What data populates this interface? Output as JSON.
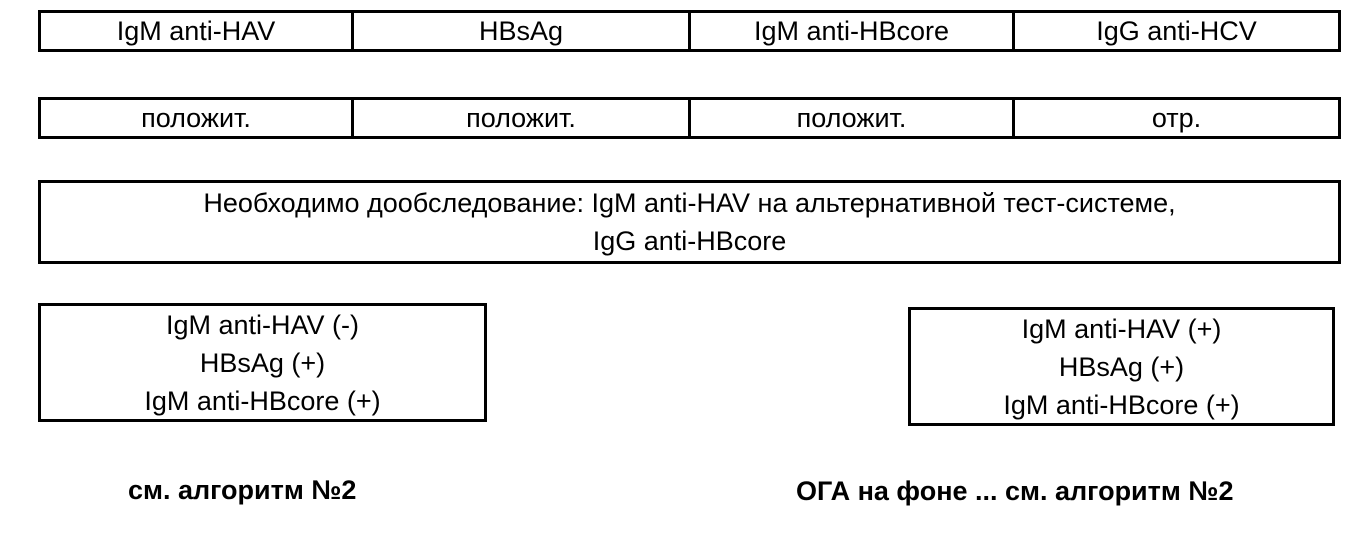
{
  "tests": [
    "IgM anti-HAV",
    "HBsAg",
    "IgM anti-HBcore",
    "IgG anti-HCV"
  ],
  "results": [
    "положит.",
    "положит.",
    "положит.",
    "отр."
  ],
  "note": {
    "line1": "Необходимо дообследование: IgM anti-HAV на альтернативной тест-системе,",
    "line2": "IgG anti-HBcore"
  },
  "outcomes": {
    "left": [
      "IgM anti-HAV (-)",
      "HBsAg (+)",
      "IgM anti-HBcore (+)"
    ],
    "right": [
      "IgM anti-HAV (+)",
      "HBsAg (+)",
      "IgM anti-HBcore (+)"
    ]
  },
  "footers": {
    "left": "см. алгоритм №2",
    "right": "ОГА на фоне ... см. алгоритм №2"
  }
}
